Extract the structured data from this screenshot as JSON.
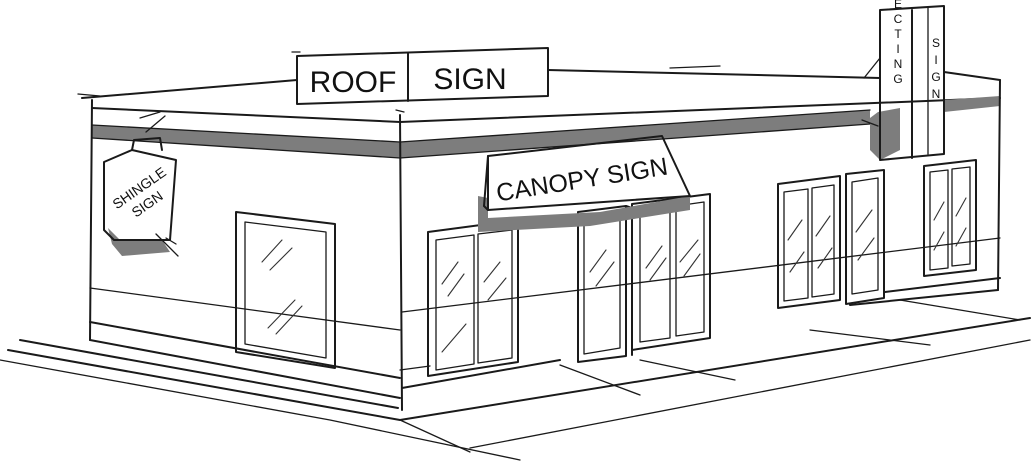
{
  "signs": {
    "roof_left": "ROOF",
    "roof_right": "SIGN",
    "canopy": "CANOPY SIGN",
    "shingle_line1": "SHINGLE",
    "shingle_line2": "SIGN",
    "projecting_word1": "PROJECTING",
    "projecting_word2": "SIGN"
  },
  "colors": {
    "ink": "#1a1a1a",
    "shade": "#7d7d7d",
    "paper": "#ffffff"
  }
}
